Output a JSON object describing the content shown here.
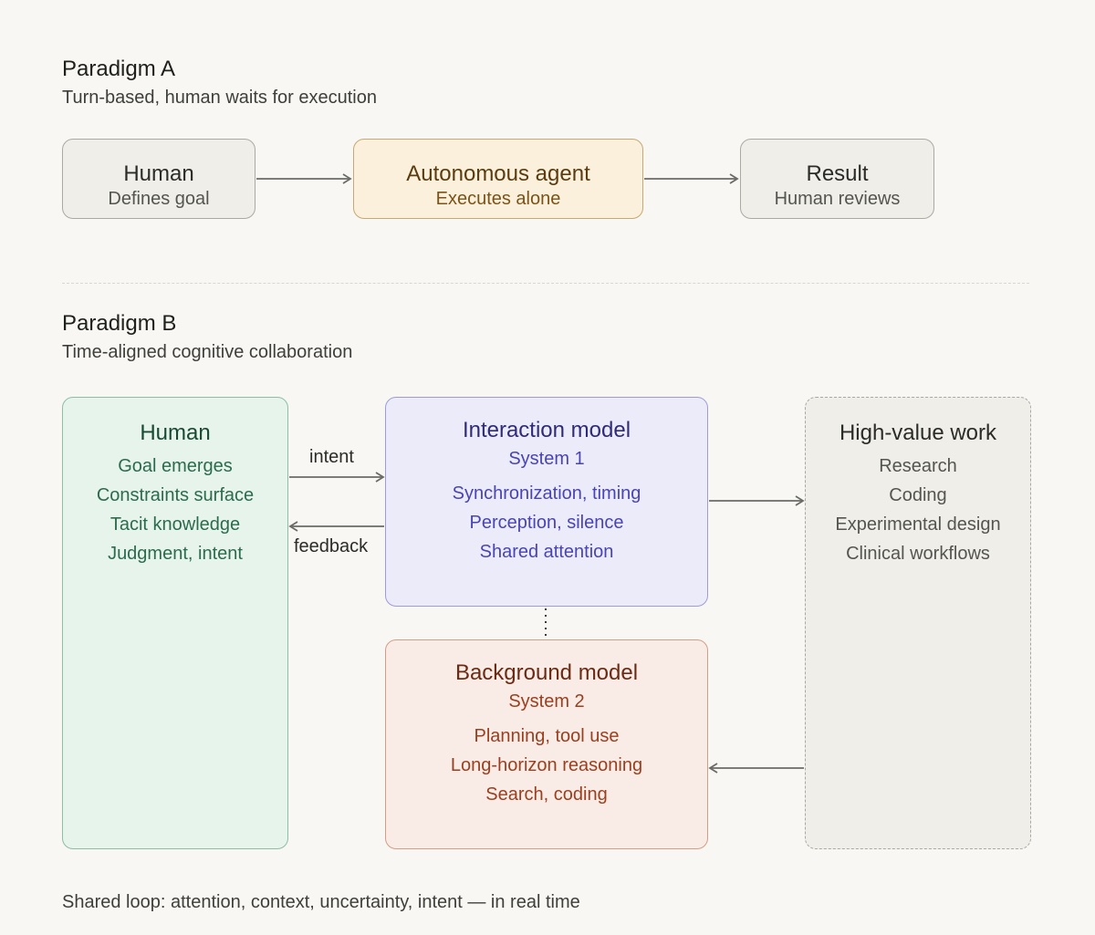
{
  "paradigm_a": {
    "title": "Paradigm A",
    "subtitle": "Turn-based, human waits for execution",
    "human": {
      "title": "Human",
      "sub": "Defines goal"
    },
    "agent": {
      "title": "Autonomous agent",
      "sub": "Executes alone"
    },
    "result": {
      "title": "Result",
      "sub": "Human reviews"
    }
  },
  "paradigm_b": {
    "title": "Paradigm B",
    "subtitle": "Time-aligned cognitive collaboration",
    "human": {
      "title": "Human",
      "lines": [
        "Goal emerges",
        "Constraints surface",
        "Tacit knowledge",
        "Judgment, intent"
      ]
    },
    "interaction_model": {
      "title": "Interaction model",
      "sub": "System 1",
      "lines": [
        "Synchronization, timing",
        "Perception, silence",
        "Shared attention"
      ]
    },
    "background_model": {
      "title": "Background model",
      "sub": "System 2",
      "lines": [
        "Planning, tool use",
        "Long-horizon reasoning",
        "Search, coding"
      ]
    },
    "high_value_work": {
      "title": "High-value work",
      "lines": [
        "Research",
        "Coding",
        "Experimental design",
        "Clinical workflows"
      ]
    },
    "intent_label": "intent",
    "feedback_label": "feedback"
  },
  "footer": "Shared loop: attention, context, uncertainty, intent — in real time",
  "colors": {
    "background": "#f8f7f4",
    "neutral_fill": "#efeee9",
    "agent_fill": "#fbf0dc",
    "human_b_fill": "#e6f4ec",
    "interaction_fill": "#ecebfa",
    "background_model_fill": "#f9ebe5",
    "arrow": "#6b6b66"
  }
}
